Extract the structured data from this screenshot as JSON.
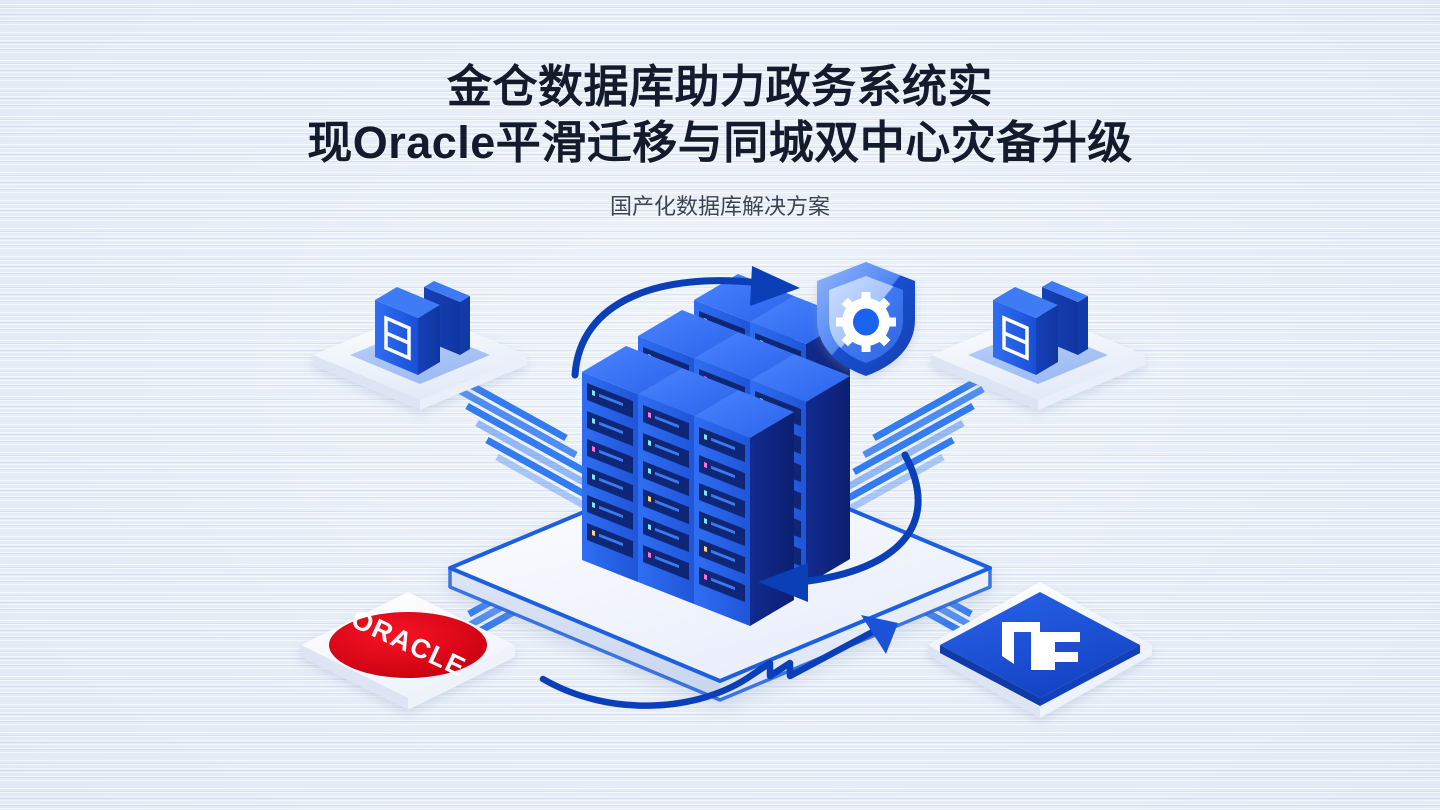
{
  "header": {
    "title_line1": "金仓数据库助力政务系统实",
    "title_line2": "现Oracle平滑迁移与同城双中心灾备升级",
    "subtitle": "国产化数据库解决方案",
    "title_color": "#131b2d",
    "subtitle_color": "#3b4455"
  },
  "diagram": {
    "type": "isometric-architecture-illustration",
    "background_color": "#e7edf7",
    "accent_blue": "#1a5fe0",
    "deep_blue": "#0b3fb8",
    "nodes": [
      {
        "id": "db-node-left",
        "label": "",
        "icon": "database-server-icon",
        "position": "top-left",
        "tile_color": "#a9c4f5",
        "block_color": "#1f5ce8"
      },
      {
        "id": "db-node-right",
        "label": "",
        "icon": "database-server-icon",
        "position": "top-right",
        "tile_color": "#a9c4f5",
        "block_color": "#1f5ce8"
      },
      {
        "id": "oracle-node",
        "label": "ORACLE",
        "icon": "oracle-logo-icon",
        "position": "bottom-left",
        "tile_color": "#ffffff",
        "brand_color": "#e00b1e"
      },
      {
        "id": "kingbase-node",
        "label": "",
        "icon": "kingbase-logo-icon",
        "position": "bottom-right",
        "tile_color": "#1a52d8",
        "brand_color": "#ffffff"
      },
      {
        "id": "server-cluster",
        "label": "",
        "icon": "server-rack-cluster-icon",
        "position": "center",
        "rack_count": 12,
        "tile_color": "#f2f5fc"
      },
      {
        "id": "security-shield",
        "label": "",
        "icon": "shield-gear-icon",
        "position": "top-center-right",
        "shield_color": "#1f5ce8",
        "gear_color": "#ffffff"
      }
    ],
    "arrows": [
      {
        "id": "arrow-top-sync",
        "direction": "clockwise-right",
        "color": "#0b3fb8"
      },
      {
        "id": "arrow-bottom-sync",
        "direction": "counterclockwise-left",
        "color": "#0b3fb8"
      },
      {
        "id": "arrow-growth-trend",
        "direction": "up-right-zigzag",
        "color": "#0b3fb8"
      }
    ],
    "data_flows": [
      {
        "id": "flow-left-top",
        "stripes": 6,
        "color": "#1f6ef0"
      },
      {
        "id": "flow-right-top",
        "stripes": 6,
        "color": "#1f6ef0"
      },
      {
        "id": "flow-left-bottom",
        "stripes": 6,
        "color": "#1f6ef0"
      },
      {
        "id": "flow-right-bottom",
        "stripes": 6,
        "color": "#1f6ef0"
      }
    ]
  }
}
